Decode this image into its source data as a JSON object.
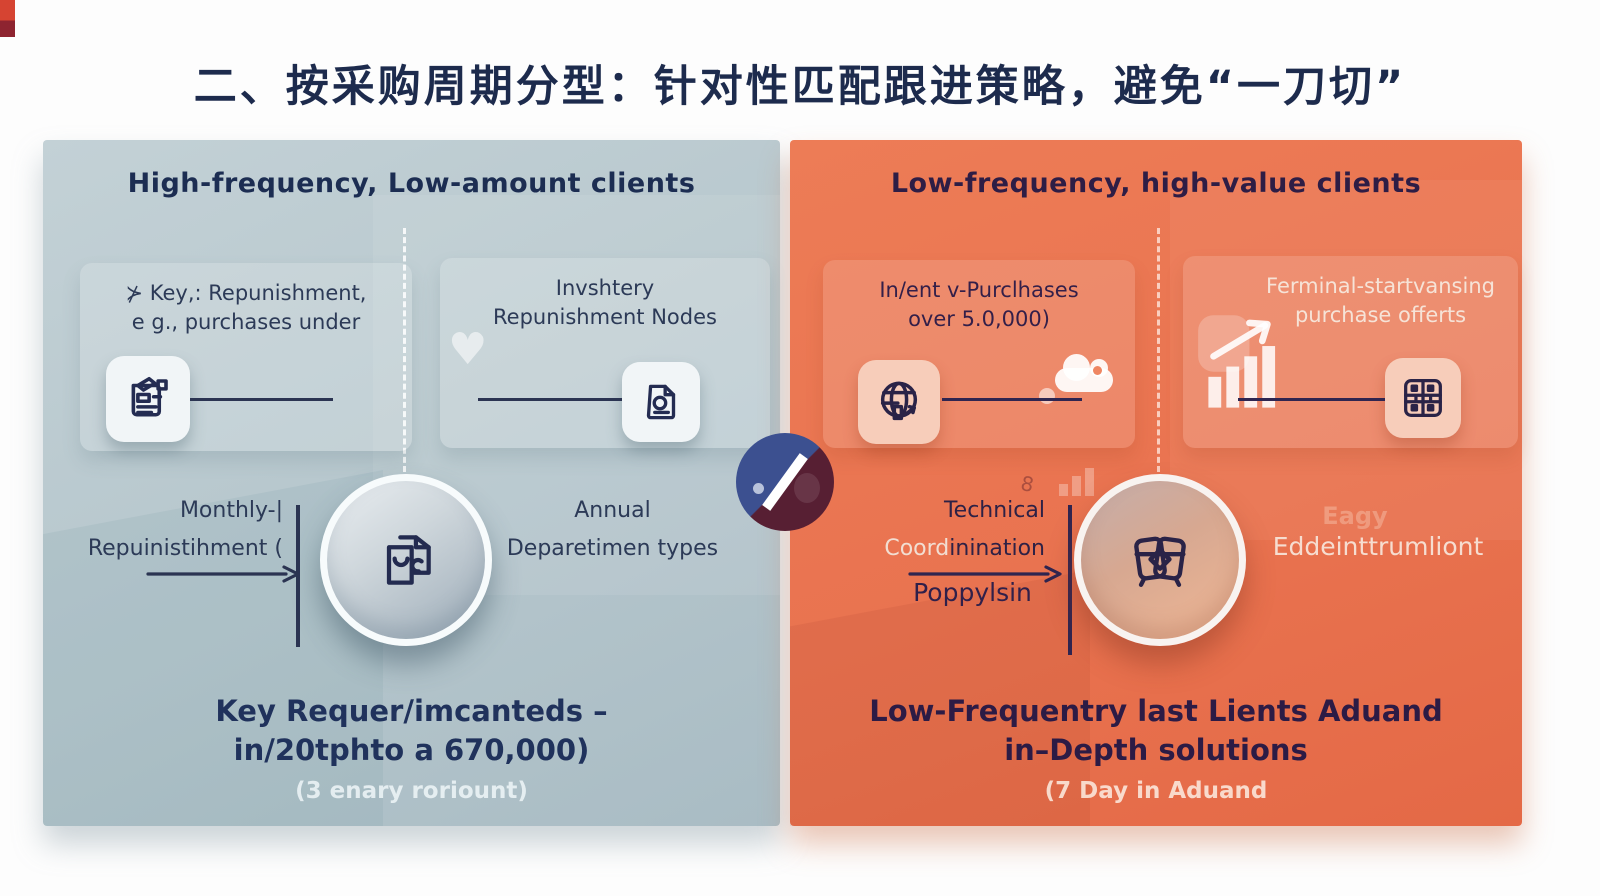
{
  "title": "二、按采购周期分型：针对性匹配跟进策略，避免“一刀切”",
  "left": {
    "header": "High-frequency, Low-amount clients",
    "card_left": {
      "line1": "⊁ Key,: Repunishment,",
      "line2": "e g., purchases under"
    },
    "card_right": {
      "line1": "Invshtery",
      "line2": "Repunishment Nodes"
    },
    "mid_left": {
      "line1": "Monthly-|",
      "line2": "Repuinistihment ("
    },
    "mid_right": {
      "line1": "Annual",
      "line2": "Deparetimen types"
    },
    "footer": {
      "bold1": "Key Requer/imcanteds –",
      "bold2": "in/20tphto a 670,000)",
      "note": "(3 enary roriount)"
    }
  },
  "right": {
    "header": "Low-frequency, high-value clients",
    "card_left": {
      "line1": "In/ent v-Purclhases",
      "line2": "over 5.0,000)",
      "squiggle": "8"
    },
    "card_right": {
      "line1": "Ferminal-startvansing",
      "line2": "purchase offerts"
    },
    "mid_left": {
      "line1": "Technical",
      "line2_light": "Coord",
      "line2_dark": "inination",
      "line3": "Poppylsin"
    },
    "mid_right": {
      "faint": "Eagy",
      "label": "Eddeinttrumliont"
    },
    "footer": {
      "bold1": "Low-Frequentry last Lients Aduand",
      "bold2": "in–Depth solutions",
      "note": "(7 Day in Aduand"
    }
  },
  "icons": {
    "left_chip_1": "document-pen-icon",
    "left_chip_2": "document-copy-icon",
    "left_circle": "overlapping-documents-icon",
    "right_chip_1": "globe-arrow-icon",
    "right_chip_2": "grid-calculator-icon",
    "right_circle": "chest-boxes-icon",
    "center": "pie-split-icon",
    "decorations": [
      "heart-icon",
      "cloud-icon",
      "bar-chart-growth-icon"
    ]
  },
  "colors": {
    "title_navy": "#1d2b4d",
    "left_panel_bg": "#b8c8ce",
    "right_panel_bg": "#e97350",
    "ink_left": "#2c3a57",
    "ink_right": "#2e2145",
    "cream_text": "#f6e3d7",
    "pie_blue": "#3c5090",
    "pie_maroon": "#571f33",
    "corner_red": "#c6402f"
  }
}
